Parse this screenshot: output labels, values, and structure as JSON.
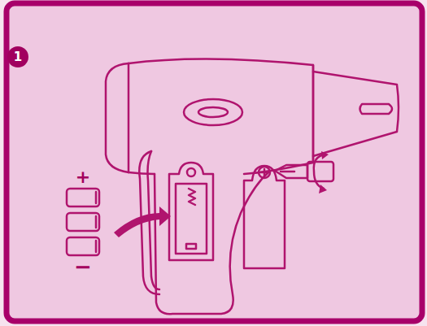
{
  "diagram": {
    "nodes": [
      {
        "text": [
          "1"
        ]
      }
    ],
    "labels": [
      "+",
      "−"
    ]
  }
}
